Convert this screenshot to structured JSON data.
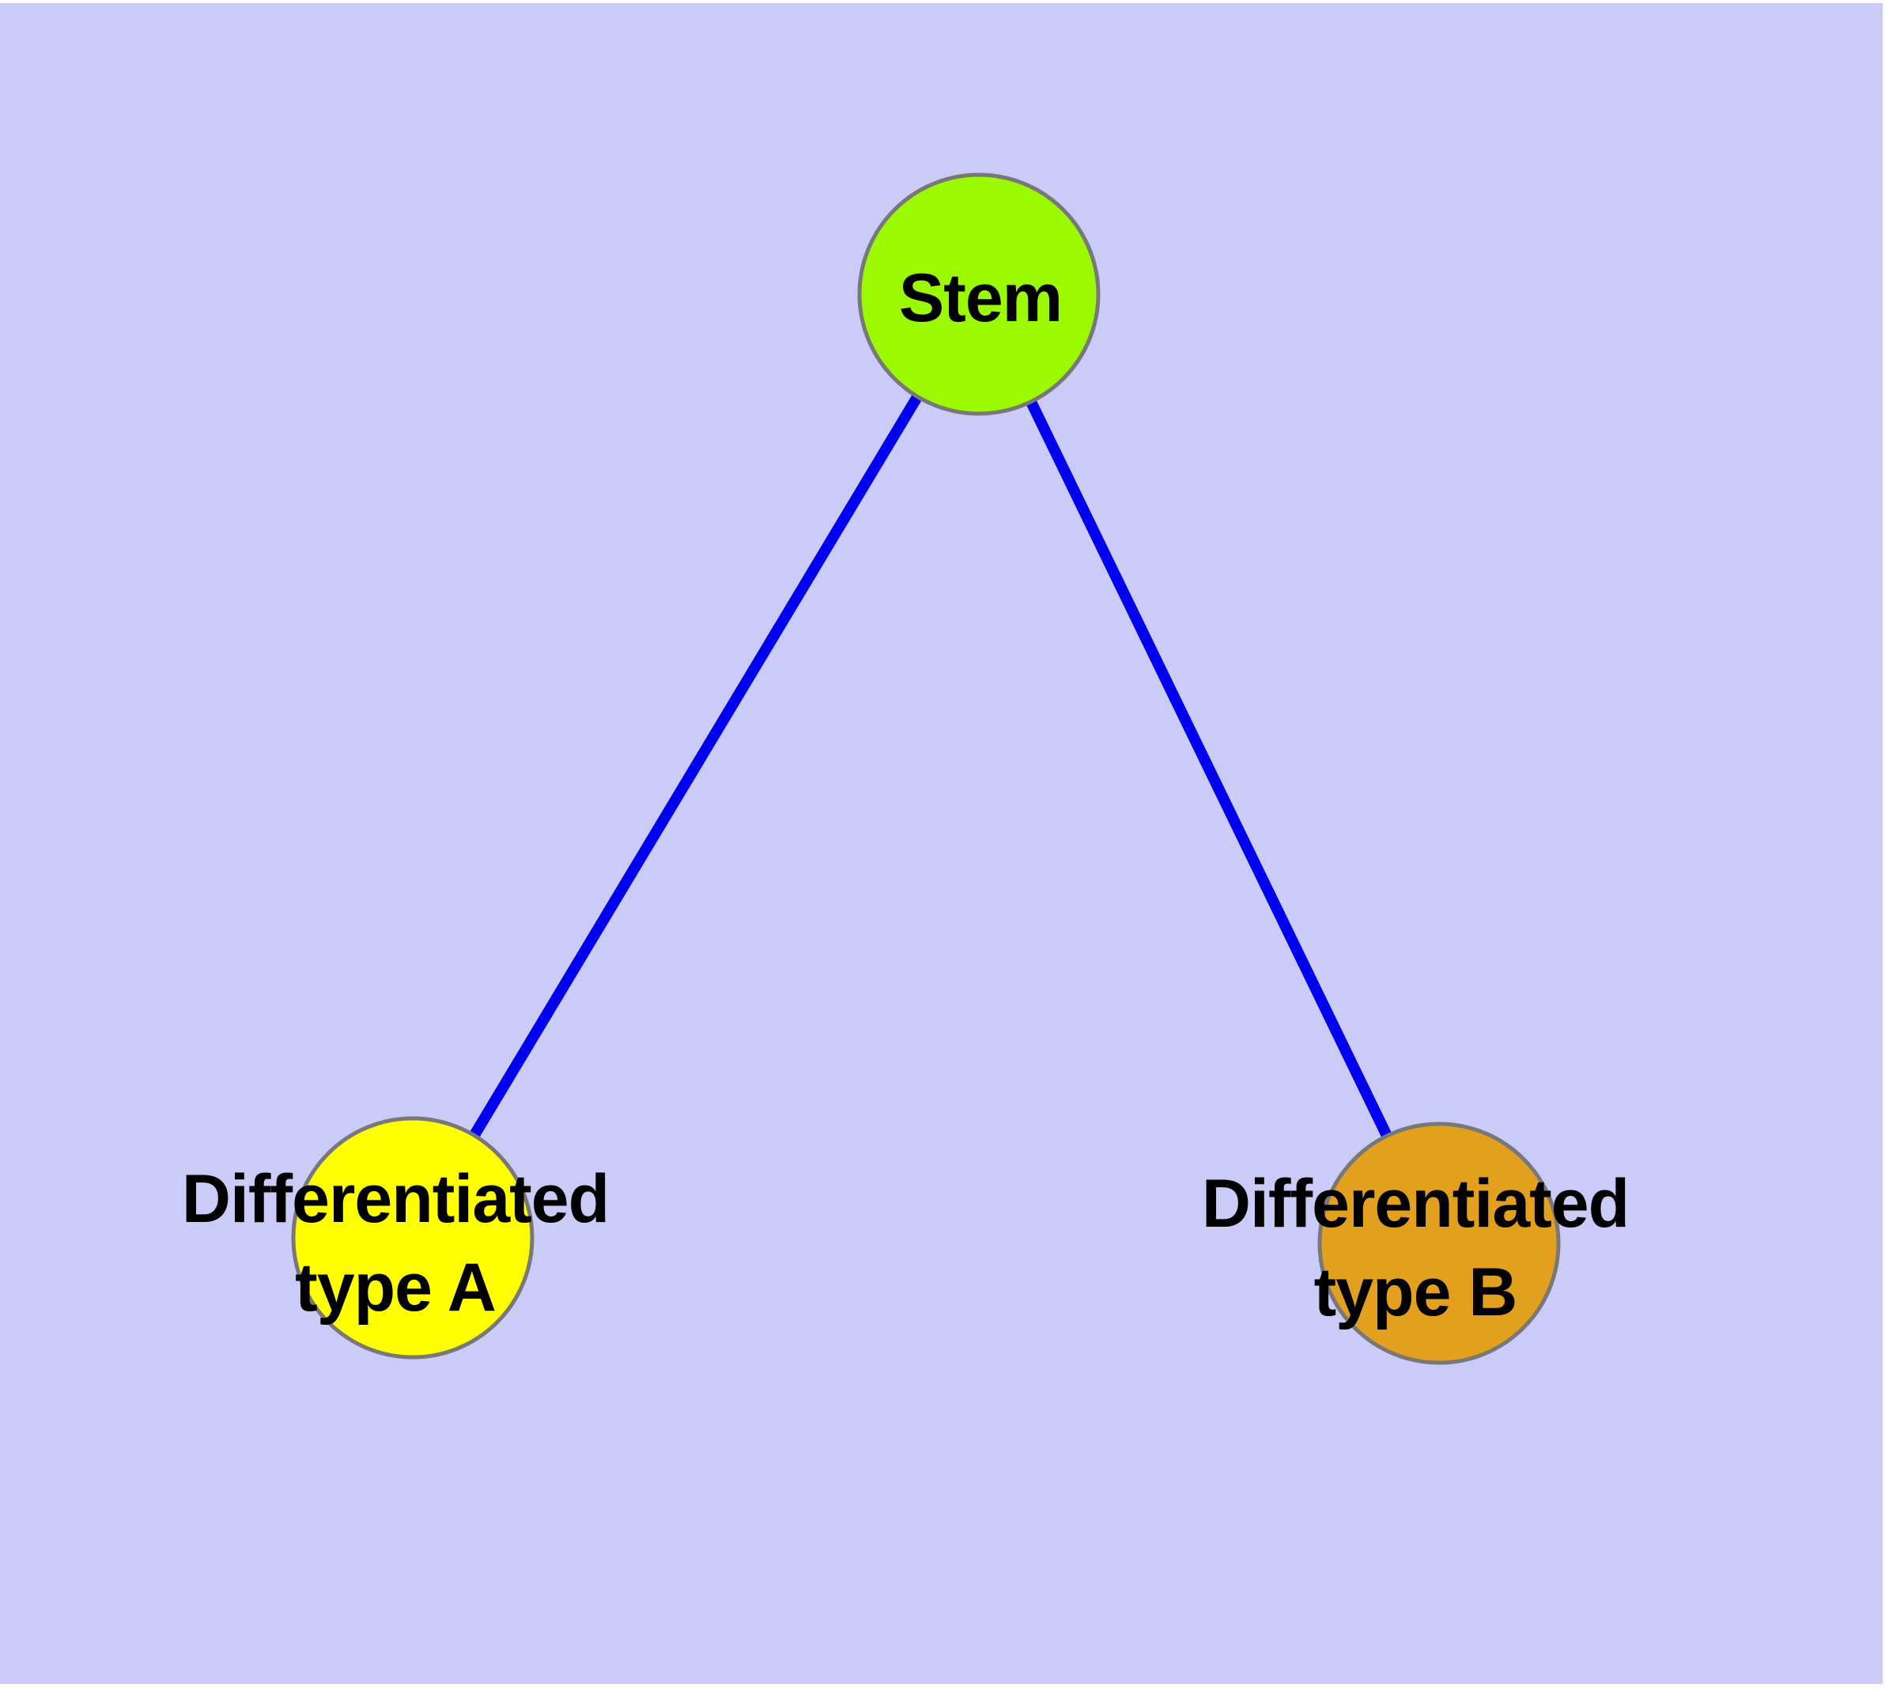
{
  "page": {
    "background_color": "#FFFFFF",
    "plot_background_color": "#CBCBF8",
    "text_color": "#000000"
  },
  "graph": {
    "nodes": [
      {
        "id": "stem",
        "label": "Stem",
        "fill": "#9BF900",
        "border": "#787878"
      },
      {
        "id": "differentiated-type-a",
        "label_line1": "Differentiated",
        "label_line2": "type A",
        "fill": "#FFFF00",
        "border": "#787878"
      },
      {
        "id": "differentiated-type-b",
        "label_line1": "Differentiated",
        "label_line2": "type B",
        "fill": "#E2A01E",
        "border": "#787878"
      }
    ],
    "edges": [
      {
        "source": "stem",
        "target": "differentiated-type-a",
        "color": "#0000F0"
      },
      {
        "source": "stem",
        "target": "differentiated-type-b",
        "color": "#0000F0"
      }
    ]
  }
}
